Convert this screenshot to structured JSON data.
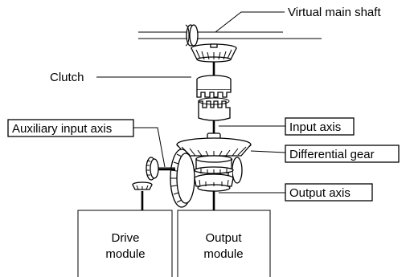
{
  "labels": {
    "virtual_main_shaft": "Virtual main shaft",
    "clutch": "Clutch",
    "auxiliary_input_axis": "Auxiliary input axis",
    "input_axis": "Input axis",
    "differential_gear": "Differential gear",
    "output_axis": "Output axis"
  },
  "modules": {
    "drive": [
      "Drive",
      "module"
    ],
    "output": [
      "Output",
      "module"
    ]
  }
}
